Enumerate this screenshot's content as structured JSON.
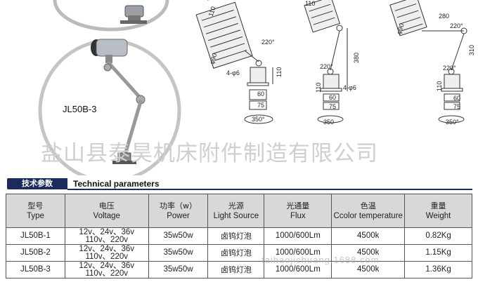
{
  "product": {
    "model_label": "JL50B-3"
  },
  "diagrams": {
    "d1": {
      "labels": [
        "110",
        "220°",
        "φ90",
        "4-φ6",
        "110",
        "60",
        "75",
        "350°"
      ]
    },
    "d2": {
      "labels": [
        "110",
        "380",
        "220°",
        "4-φ6",
        "110",
        "60",
        "75",
        "350"
      ]
    },
    "d3": {
      "labels": [
        "280",
        "220°",
        "φ90",
        "310",
        "220°",
        "110",
        "60",
        "75",
        "350°"
      ]
    }
  },
  "watermark_text": "盐山县泰昊机床附件制造有限公司",
  "section": {
    "badge": "技术参数",
    "title": "Technical parameters"
  },
  "table": {
    "headers": [
      {
        "cn": "型号",
        "en": "Type"
      },
      {
        "cn": "电压",
        "en": "Voltage"
      },
      {
        "cn": "功率（w）",
        "en": "Power"
      },
      {
        "cn": "光源",
        "en": "Light Source"
      },
      {
        "cn": "光通量",
        "en": "Flux"
      },
      {
        "cn": "色温",
        "en": "Ccolor temperature"
      },
      {
        "cn": "重量",
        "en": "Weight"
      }
    ],
    "rows": [
      {
        "type": "JL50B-1",
        "voltage_1": "12v、24v、36v",
        "voltage_2": "110v、220v",
        "power": "35w50w",
        "source": "卤钨灯泡",
        "flux": "1000/600Lm",
        "temp": "4500k",
        "weight": "0.82Kg"
      },
      {
        "type": "JL50B-2",
        "voltage_1": "12v、24v、36v",
        "voltage_2": "110v、220v",
        "power": "35w50w",
        "source": "卤钨灯泡",
        "flux": "1000/600Lm",
        "temp": "4500k",
        "weight": "1.15Kg"
      },
      {
        "type": "JL50B-3",
        "voltage_1": "12v、24v、36v",
        "voltage_2": "110v、220v",
        "power": "35w50w",
        "source": "卤钨灯泡",
        "flux": "1000/600Lm",
        "temp": "4500k",
        "weight": "1.36Kg"
      }
    ]
  },
  "site_watermark": "taihaojichuang.1688.com"
}
